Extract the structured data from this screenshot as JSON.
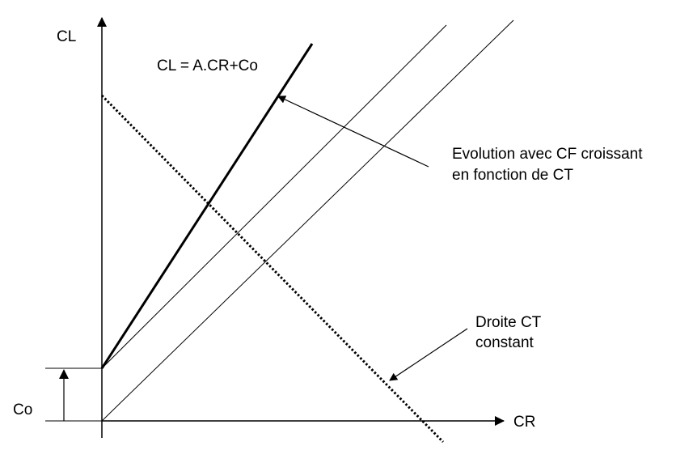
{
  "axes": {
    "y_label": "CL",
    "x_label": "CR",
    "offset_label": "Co"
  },
  "lines": {
    "main_equation": "CL = A.CR+Co"
  },
  "annotations": {
    "evolution_line1": "Evolution avec CF croissant",
    "evolution_line2": "en fonction de CT",
    "ct_line1": "Droite CT",
    "ct_line2": "constant"
  },
  "colors": {
    "stroke": "#000000",
    "background": "#ffffff"
  }
}
